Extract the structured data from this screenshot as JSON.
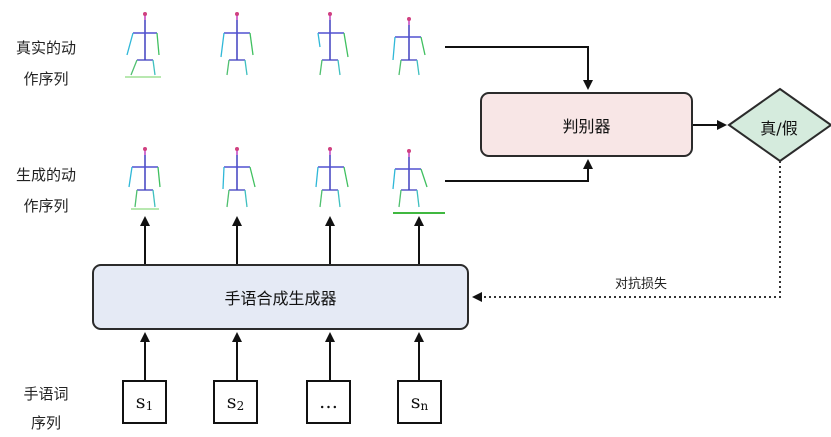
{
  "row_labels": {
    "real": [
      "真实的动",
      "作序列"
    ],
    "generated": [
      "生成的动",
      "作序列"
    ],
    "words": [
      "手语词",
      "序列"
    ]
  },
  "generator_label": "手语合成生成器",
  "discriminator_label": "判别器",
  "decision_label": "真/假",
  "loss_label": "对抗损失",
  "tokens": [
    {
      "base": "s",
      "sub": "1"
    },
    {
      "base": "s",
      "sub": "2"
    },
    {
      "base": "…",
      "sub": ""
    },
    {
      "base": "s",
      "sub": "n"
    }
  ],
  "colors": {
    "generator_fill": "#e5eaf5",
    "discriminator_fill": "#f8e6e6",
    "decision_fill": "#d5ebdd"
  }
}
